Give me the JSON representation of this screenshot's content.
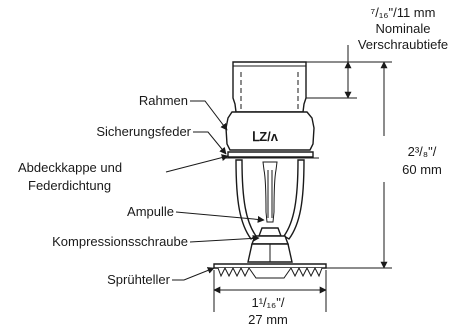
{
  "labels": {
    "frame": "Rahmen",
    "spring": "Sicherungsfeder",
    "cap_line1": "Abdeckkappe und",
    "cap_line2": "Federdichtung",
    "bulb": "Ampulle",
    "screw": "Kompressionsschraube",
    "deflector": "Sprühteller"
  },
  "dimensions": {
    "thread_depth_line1": "⁷/₁₆\"/11 mm",
    "thread_depth_line2": "Nominale",
    "thread_depth_line3": "Verschraubtiefe",
    "height_line1": "2³/₈\"/",
    "height_line2": "60 mm",
    "width_line1": "1¹/₁₆\"/",
    "width_line2": "27 mm"
  },
  "frame_marking": "ⅬZ/ʌ"
}
